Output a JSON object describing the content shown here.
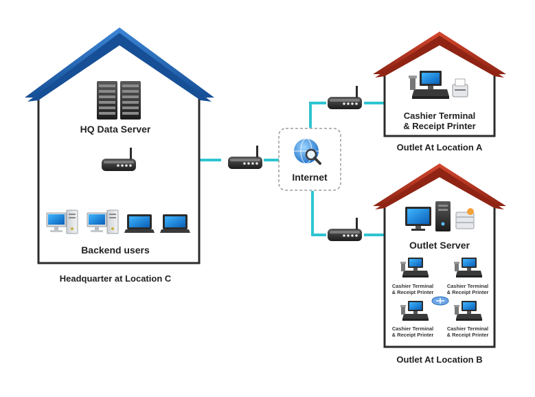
{
  "colors": {
    "link": "#2ec4d1",
    "roof_hq": "#1f63b3",
    "roof_outlet": "#b8311e",
    "house_border": "#2b2b2b"
  },
  "headquarter": {
    "caption": "Headquarter at Location C",
    "server_label": "HQ Data Server",
    "users_label": "Backend users",
    "server_icon": "server-rack-icon",
    "router_icon": "router-icon",
    "user_devices": [
      "desktop-pc-icon",
      "desktop-pc-icon",
      "laptop-icon",
      "laptop-icon"
    ]
  },
  "internet": {
    "label": "Internet",
    "icon": "globe-magnifier-icon"
  },
  "outlet_a": {
    "caption": "Outlet At Location A",
    "device_label_line1": "Cashier Terminal",
    "device_label_line2": "& Receipt Printer",
    "device_icon": "pos-terminal-icon"
  },
  "outlet_b": {
    "caption": "Outlet At Location B",
    "server_label": "Outlet Server",
    "server_icon": "server-tower-icon",
    "terminals": [
      {
        "line1": "Cashier Terminal",
        "line2": "& Receipt Printer"
      },
      {
        "line1": "Cashier Terminal",
        "line2": "& Receipt Printer"
      },
      {
        "line1": "Cashier Terminal",
        "line2": "& Receipt Printer"
      },
      {
        "line1": "Cashier Terminal",
        "line2": "& Receipt Printer"
      }
    ],
    "hub_icon": "network-hub-icon"
  }
}
